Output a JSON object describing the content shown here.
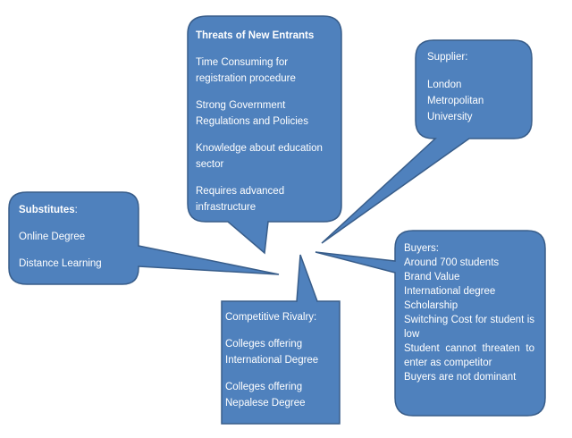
{
  "diagram": {
    "fill_color": "#4f81bd",
    "stroke_color": "#385d8a",
    "threats": {
      "title": "Threats of New Entrants",
      "items": [
        "Time Consuming for registration procedure",
        "Strong Government Regulations and  Policies",
        "Knowledge about education sector",
        "Requires advanced infrastructure"
      ]
    },
    "supplier": {
      "title": "Supplier:",
      "items": [
        "London",
        "Metropolitan",
        "University"
      ]
    },
    "substitutes": {
      "title": "Substitutes",
      "title_suffix": ":",
      "items": [
        "Online Degree",
        "Distance Learning"
      ]
    },
    "rivalry": {
      "title": "Competitive Rivalry:",
      "items": [
        "Colleges offering International Degree",
        "Colleges offering Nepalese Degree"
      ]
    },
    "buyers": {
      "title": "Buyers:",
      "items": [
        "Around 700 students",
        "Brand Value",
        "International degree",
        "Scholarship",
        "Switching Cost for student is low",
        "Student cannot threaten to enter as competitor",
        "Buyers are not dominant"
      ]
    }
  }
}
